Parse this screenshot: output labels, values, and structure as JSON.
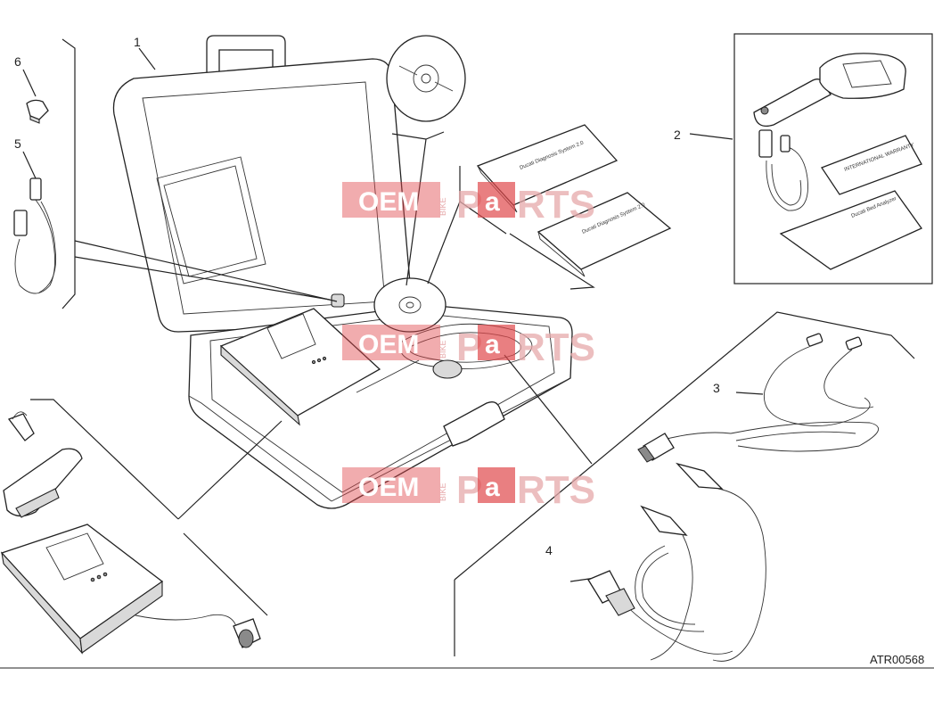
{
  "callouts": {
    "c1": "1",
    "c2": "2",
    "c3": "3",
    "c4": "4",
    "c5": "5",
    "c6": "6"
  },
  "drawing_code": "ATR00568",
  "watermark": {
    "oem": "OEM",
    "bike": "BIKE",
    "parts_pre": "P",
    "parts_a": "a",
    "parts_post": "RTS"
  },
  "books": {
    "manual1_title": "Ducati Diagnosis System 2.0",
    "manual2_title": "Ducati Diagnosis System 2.0",
    "kit_leaflet": "INTERNATIONAL WARRANTY",
    "kit_manual": "Ducati Bed Analyzer"
  }
}
